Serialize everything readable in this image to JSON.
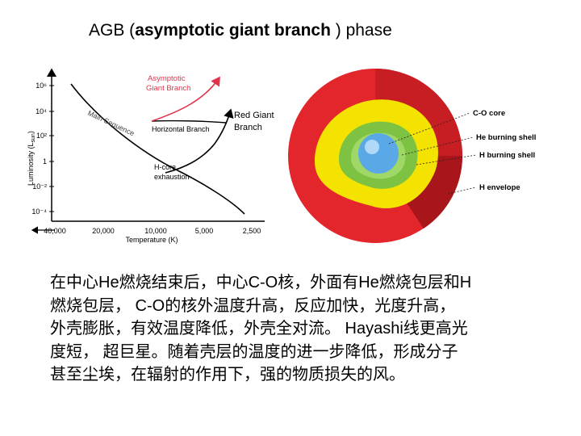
{
  "title": {
    "prefix": "AGB (",
    "bold": "asymptotic giant branch",
    "suffix": " ) phase"
  },
  "hr_diagram": {
    "y_ticks": [
      "10⁶",
      "10⁴",
      "10²",
      "1",
      "10⁻²",
      "10⁻⁴"
    ],
    "x_ticks": [
      "40,000",
      "20,000",
      "10,000",
      "5,000",
      "2,500"
    ],
    "y_axis_label": "Luminosity (L",
    "y_axis_label_sub": "sun",
    "y_axis_label_end": ")",
    "x_axis_label": "Temperature (K)",
    "labels": {
      "agb_line1": "Asymptotic",
      "agb_line2": "Giant Branch",
      "rgb_line1": "Red Giant",
      "rgb_line2": "Branch",
      "horizontal_branch": "Horizontal Branch",
      "main_sequence": "Main Sequence",
      "hcore_line1": "H-core",
      "hcore_line2": "exhaustion"
    },
    "colors": {
      "agb": "#e0334a",
      "track": "#000000"
    }
  },
  "star_diagram": {
    "layers": {
      "co_core": "C-O core",
      "he_shell": "He burning shell",
      "h_shell": "H burning shell",
      "h_envelope": "H envelope"
    },
    "colors": {
      "envelope": "#e3262b",
      "envelope_dark": "#a8161b",
      "yellow": "#f4e300",
      "green": "#7dc242",
      "core": "#5aa9e6"
    }
  },
  "caption": {
    "lines": [
      "在中心He燃烧结束后，中心C-O核，外面有He燃烧包层和H",
      "燃烧包层， C-O的核外温度升高，反应加快，光度升高，",
      "外壳膨胀，有效温度降低，外壳全对流。 Hayashi线更高光",
      "度短， 超巨星。随着壳层的温度的进一步降低，形成分子",
      "甚至尘埃，在辐射的作用下，强的物质损失的风。"
    ]
  }
}
